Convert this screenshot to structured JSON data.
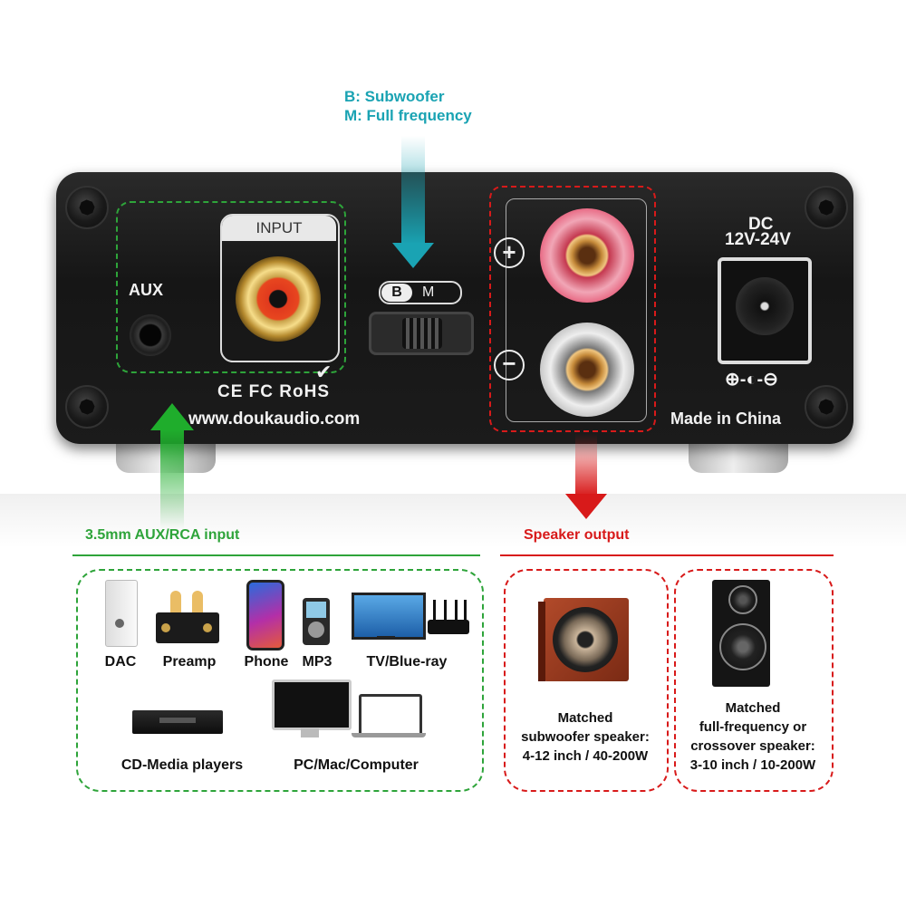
{
  "switch_callout": {
    "line1": "B: Subwoofer",
    "line2": "M: Full frequency"
  },
  "device": {
    "aux_label": "AUX",
    "input_label": "INPUT",
    "switch_b": "B",
    "switch_m": "M",
    "certifications": "CE FC  RoHS",
    "website": "www.doukaudio.com",
    "plus_symbol": "+",
    "minus_symbol": "−",
    "dc_label": "DC",
    "dc_voltage": "12V-24V",
    "polarity_symbol": "⊕-◐-⊖",
    "made_in": "Made in China"
  },
  "input_section": {
    "title": "3.5mm AUX/RCA input",
    "sources_row1": [
      "DAC",
      "Preamp",
      "Phone",
      "MP3",
      "TV/Blue-ray"
    ],
    "sources_row2": [
      "CD-Media players",
      "PC/Mac/Computer"
    ]
  },
  "output_section": {
    "title": "Speaker output",
    "subwoofer": {
      "l1": "Matched",
      "l2": "subwoofer speaker:",
      "l3": "4-12 inch / 40-200W"
    },
    "fullrange": {
      "l1": "Matched",
      "l2": "full-frequency or",
      "l3": "crossover speaker:",
      "l4": "3-10 inch / 10-200W"
    }
  },
  "colors": {
    "green": "#2ea43a",
    "red": "#d81a1a",
    "cyan": "#1aa3b3"
  }
}
